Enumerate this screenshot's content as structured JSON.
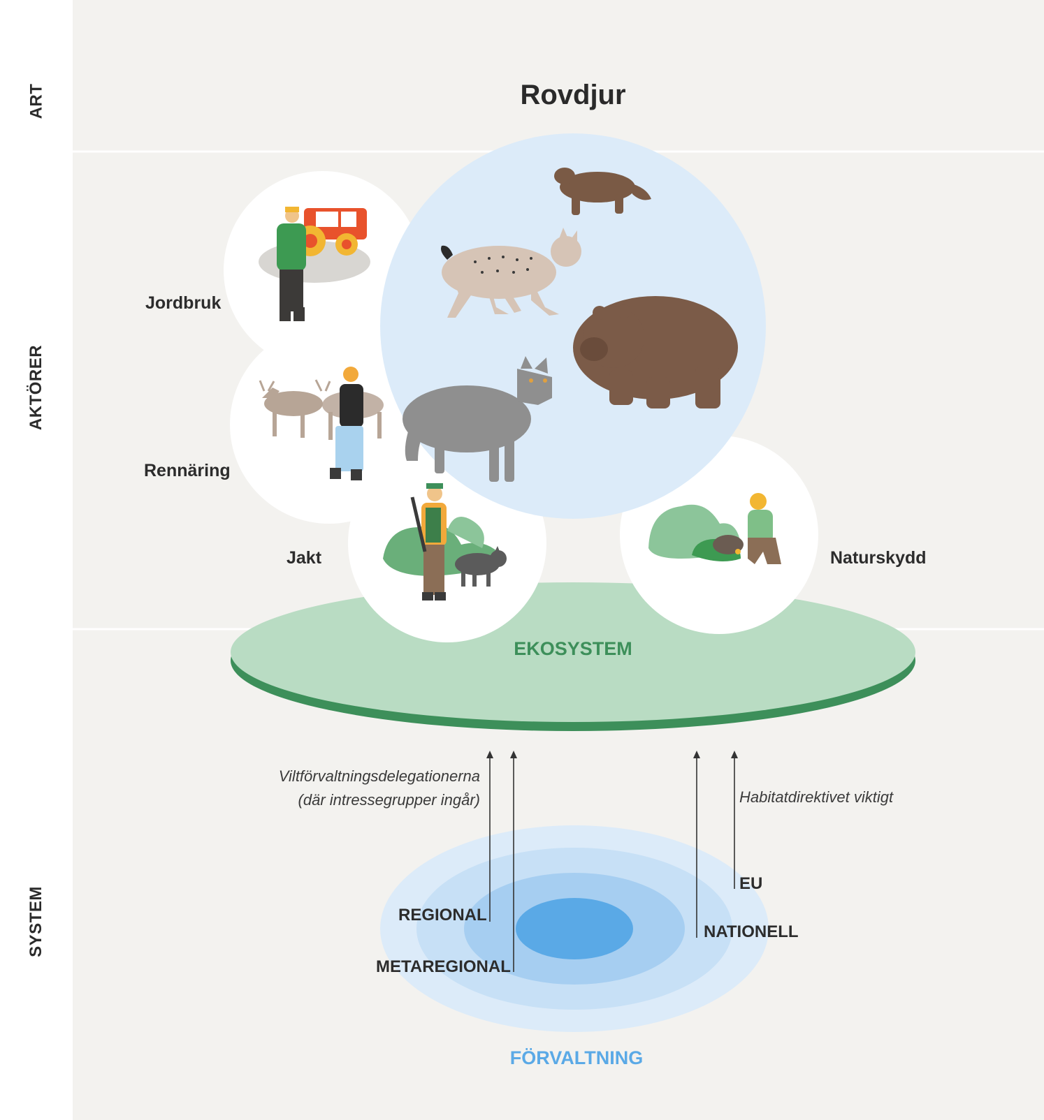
{
  "sections": {
    "art": "ART",
    "aktorer": "AKTÖRER",
    "system": "SYSTEM"
  },
  "title": "Rovdjur",
  "actors": {
    "jordbruk": "Jordbruk",
    "renmaring": "Rennäring",
    "jakt": "Jakt",
    "naturskydd": "Naturskydd"
  },
  "ecosystem_label": "EKOSYSTEM",
  "management": {
    "label": "FÖRVALTNING",
    "levels": {
      "regional": "REGIONAL",
      "metaregional": "METAREGIONAL",
      "nationell": "NATIONELL",
      "eu": "EU"
    }
  },
  "notes": {
    "delegation_line1": "Viltförvaltningsdelegationerna",
    "delegation_line2": "(där intressegrupper ingår)",
    "habitat": "Habitatdirektivet viktigt"
  },
  "colors": {
    "background": "#f3f2ef",
    "sidebar": "#ffffff",
    "predator_circle": "#dcebf9",
    "ecosystem_fill": "#b9dcc3",
    "ecosystem_edge": "#3d8f5a",
    "ecosystem_text": "#3d8f5a",
    "management_text": "#5aa9e6"
  }
}
